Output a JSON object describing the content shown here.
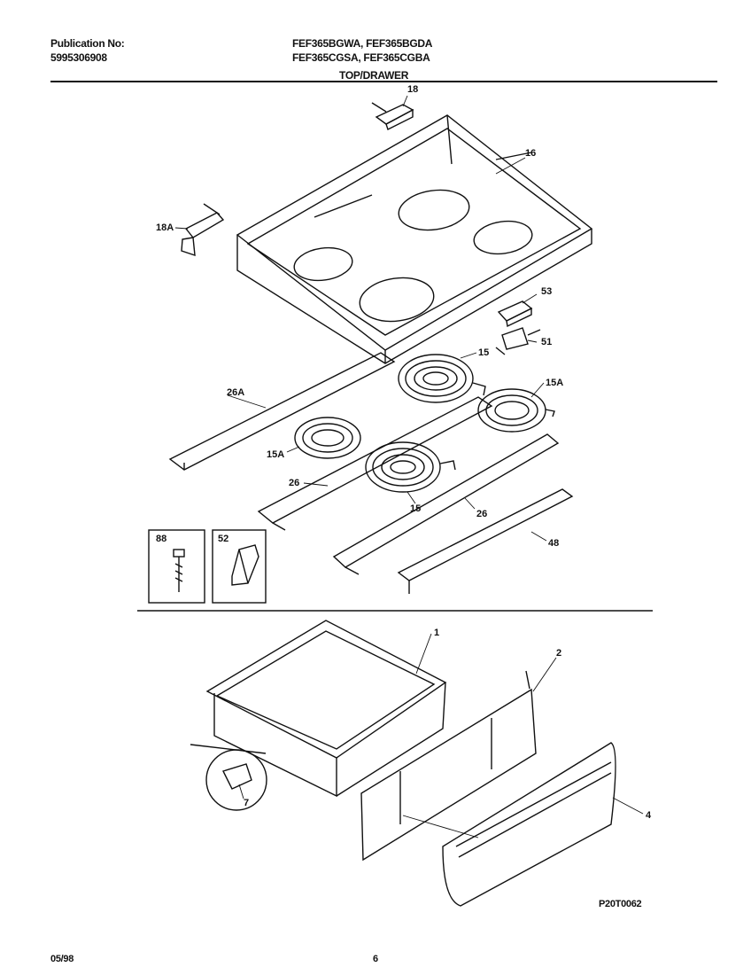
{
  "header": {
    "publication_label": "Publication No:",
    "publication_number": "5995306908",
    "models_line1": "FEF365BGWA, FEF365BGDA",
    "models_line2": "FEF365CGSA, FEF365CGBA",
    "section_title": "TOP/DRAWER"
  },
  "callouts": {
    "hinge_right": "18",
    "cooktop": "16",
    "hinge_left": "18A",
    "switch": "53",
    "terminal": "51",
    "element_large_rear": "15",
    "element_small_right": "15A",
    "bracket_rear": "26A",
    "element_small_left": "15A",
    "bracket_left": "26",
    "element_large_front": "15",
    "bracket_front": "26",
    "trim": "48",
    "inset_screw": "88",
    "inset_clip": "52",
    "drawer_body": "1",
    "drawer_back": "2",
    "drawer_front": "4",
    "glide": "7"
  },
  "footer": {
    "diagram_code": "P20T0062",
    "date": "05/98",
    "page": "6"
  }
}
